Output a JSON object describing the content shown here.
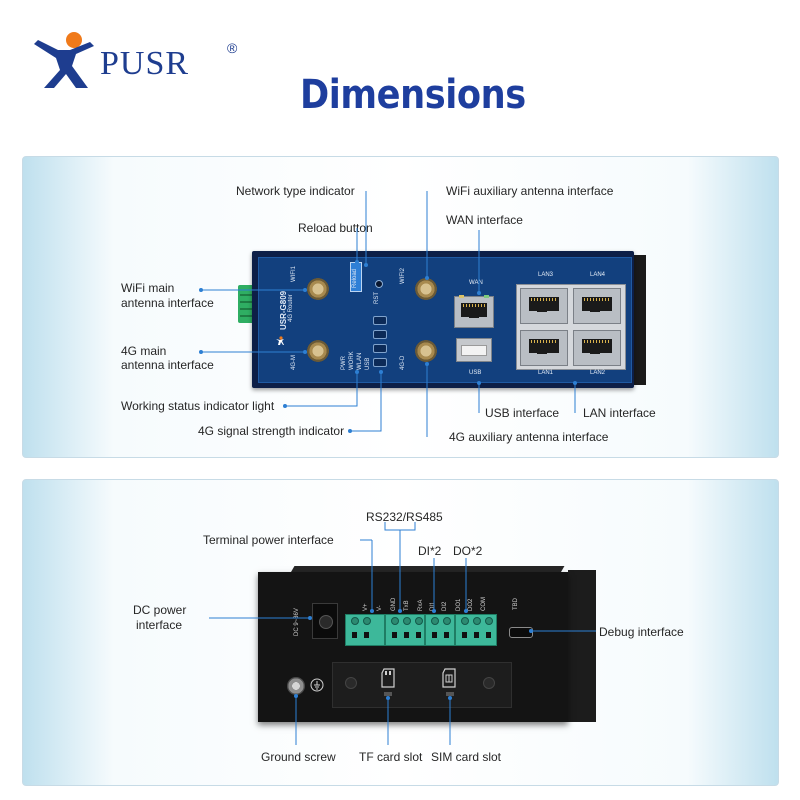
{
  "brand": {
    "name": "PUSR",
    "registered": "®"
  },
  "headline": "Dimensions",
  "colors": {
    "brand_blue": "#1e3d8f",
    "logo_orange": "#f07a1a",
    "callout_blue": "#2d7fd3"
  },
  "front_panel": {
    "callouts": {
      "network_type": "Network type indicator",
      "reload": "Reload button",
      "wifi_main": [
        "WiFi main",
        "antenna interface"
      ],
      "g4_main": [
        "4G main",
        "antenna interface"
      ],
      "work_status": "Working status indicator light",
      "signal": "4G signal strength indicator",
      "wifi_aux": "WiFi auxiliary antenna interface",
      "wan": "WAN interface",
      "usb": "USB interface",
      "lan": "LAN interface",
      "g4_aux": "4G auxiliary antenna interface"
    },
    "device_labels": {
      "wifi1": "WIFI1",
      "g4m": "4G-M",
      "model": "USR-G809",
      "subtitle": "4G Router",
      "reload": "Reload",
      "rst": "RST",
      "leds": [
        "PWR",
        "WORK",
        "WLAN",
        "USB"
      ],
      "wifi2": "WIFI2",
      "g4d": "4G-D",
      "wan": "WAN",
      "usb": "USB",
      "lan3": "LAN3",
      "lan4": "LAN4",
      "lan1": "LAN1",
      "lan2": "LAN2"
    }
  },
  "rear_panel": {
    "callouts": {
      "rs": "RS232/RS485",
      "terminal_power": "Terminal power interface",
      "di": "DI*2",
      "do": "DO*2",
      "dc": [
        "DC power",
        "interface"
      ],
      "debug": "Debug interface",
      "ground": "Ground screw",
      "tf": "TF card slot",
      "sim": "SIM card slot"
    },
    "device_labels": {
      "dc": "DC 9~36V",
      "pins": [
        "V+",
        "V-",
        "GND",
        "TxB",
        "RxA",
        "DI1",
        "DI2",
        "DO1",
        "DO2",
        "COM"
      ],
      "tbd": "TBD"
    }
  }
}
